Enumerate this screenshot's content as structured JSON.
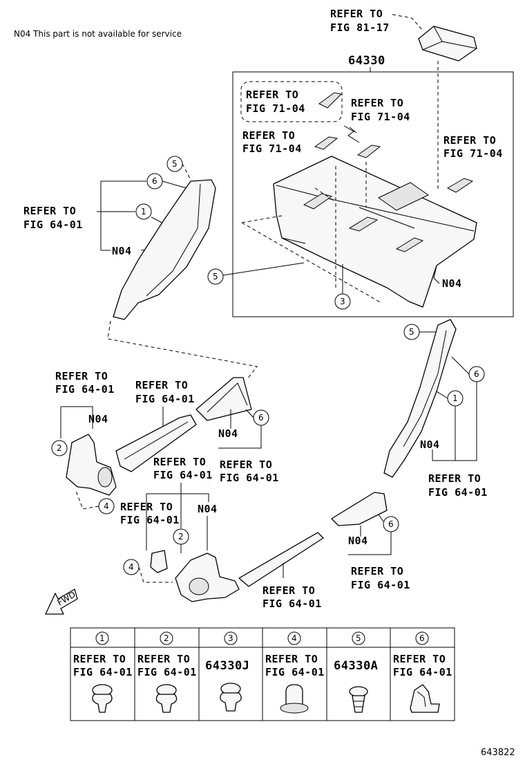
{
  "note": "N04  This part is not available for service",
  "figure_number": "643822",
  "labels": {
    "refer_to": "REFER TO",
    "fig_81_17": "FIG 81-17",
    "fig_71_04": "FIG 71-04",
    "fig_64_01": "FIG 64-01",
    "n04": "N04",
    "part_64330": "64330"
  },
  "callouts": [
    "1",
    "2",
    "3",
    "4",
    "5",
    "6"
  ],
  "fwd": "FWD",
  "legend": [
    {
      "num": "1",
      "line1": "REFER TO",
      "line2": "FIG 64-01"
    },
    {
      "num": "2",
      "line1": "REFER TO",
      "line2": "FIG 64-01"
    },
    {
      "num": "3",
      "line1": "64330J",
      "line2": ""
    },
    {
      "num": "4",
      "line1": "REFER TO",
      "line2": "FIG 64-01"
    },
    {
      "num": "5",
      "line1": "64330A",
      "line2": ""
    },
    {
      "num": "6",
      "line1": "REFER TO",
      "line2": "FIG 64-01"
    }
  ]
}
